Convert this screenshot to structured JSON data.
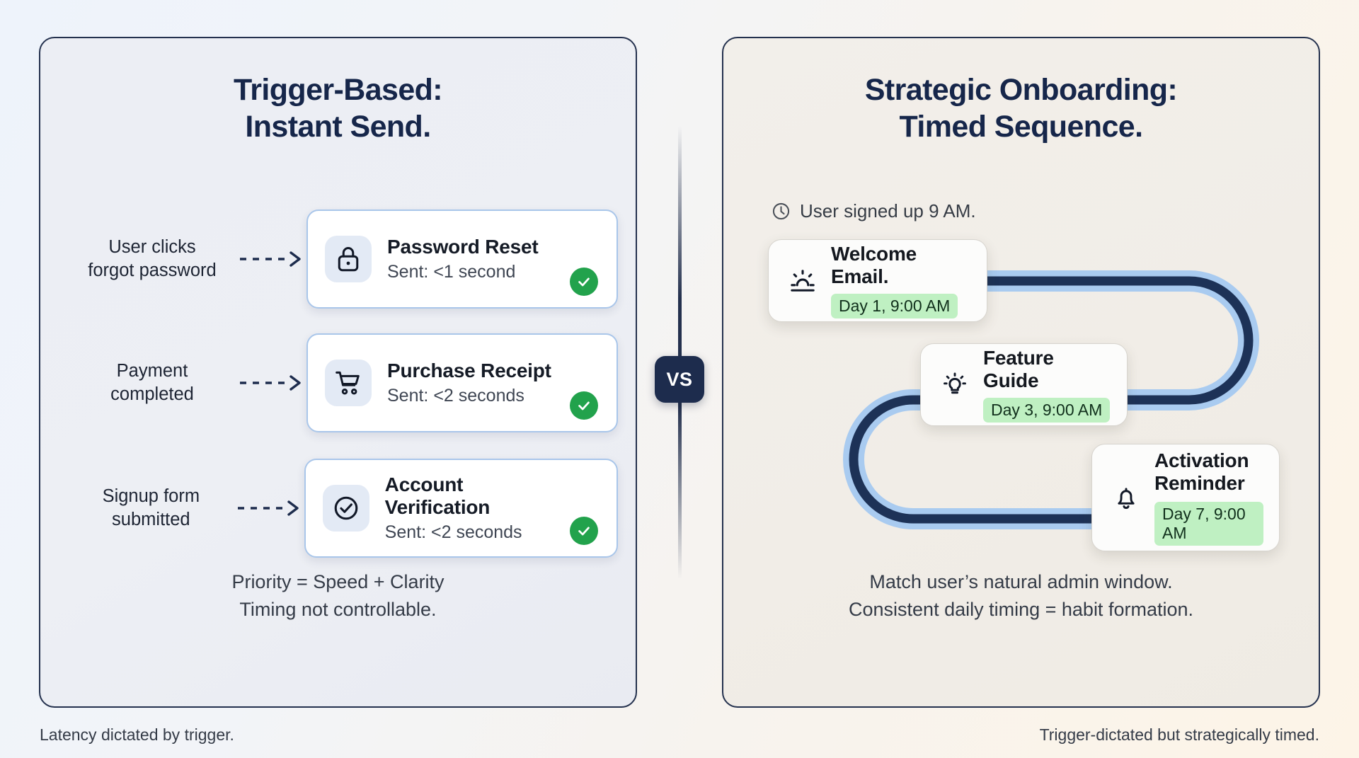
{
  "left": {
    "title_line1": "Trigger-Based:",
    "title_line2": "Instant Send.",
    "rows": [
      {
        "label_line1": "User clicks",
        "label_line2": "forgot password",
        "icon": "lock-icon",
        "title": "Password Reset",
        "subtitle": "Sent: <1 second",
        "status": "check-icon"
      },
      {
        "label_line1": "Payment",
        "label_line2": "completed",
        "icon": "shopping-cart-icon",
        "title": "Purchase Receipt",
        "subtitle": "Sent: <2 seconds",
        "status": "check-icon"
      },
      {
        "label_line1": "Signup form",
        "label_line2": "submitted",
        "icon": "check-circle-icon",
        "title": "Account Verification",
        "subtitle": "Sent: <2 seconds",
        "status": "check-icon"
      }
    ],
    "foot_line1": "Priority = Speed + Clarity",
    "foot_line2": "Timing not controllable.",
    "caption": "Latency dictated by trigger."
  },
  "center": {
    "vs_label": "VS"
  },
  "right": {
    "title_line1": "Strategic Onboarding:",
    "title_line2": "Timed Sequence.",
    "signup_note": "User signed up 9 AM.",
    "signup_icon": "clock-icon",
    "steps": [
      {
        "icon": "sunrise-icon",
        "title": "Welcome Email.",
        "badge": "Day 1, 9:00 AM"
      },
      {
        "icon": "lightbulb-icon",
        "title": "Feature Guide",
        "badge": "Day 3, 9:00 AM"
      },
      {
        "icon": "bell-icon",
        "title": "Activation Reminder",
        "badge": "Day 7, 9:00 AM"
      }
    ],
    "foot_line1": "Match user’s natural admin window.",
    "foot_line2": "Consistent daily timing = habit formation.",
    "caption": "Trigger-dictated but strategically timed."
  },
  "colors": {
    "navy": "#24314e",
    "card_border_blue": "#a9c6ea",
    "icon_box_blue": "#e3eaf5",
    "check_green": "#22a24c",
    "badge_green": "#bff0c2",
    "path_dark": "#1d3257",
    "path_light": "#a9cbf0"
  }
}
